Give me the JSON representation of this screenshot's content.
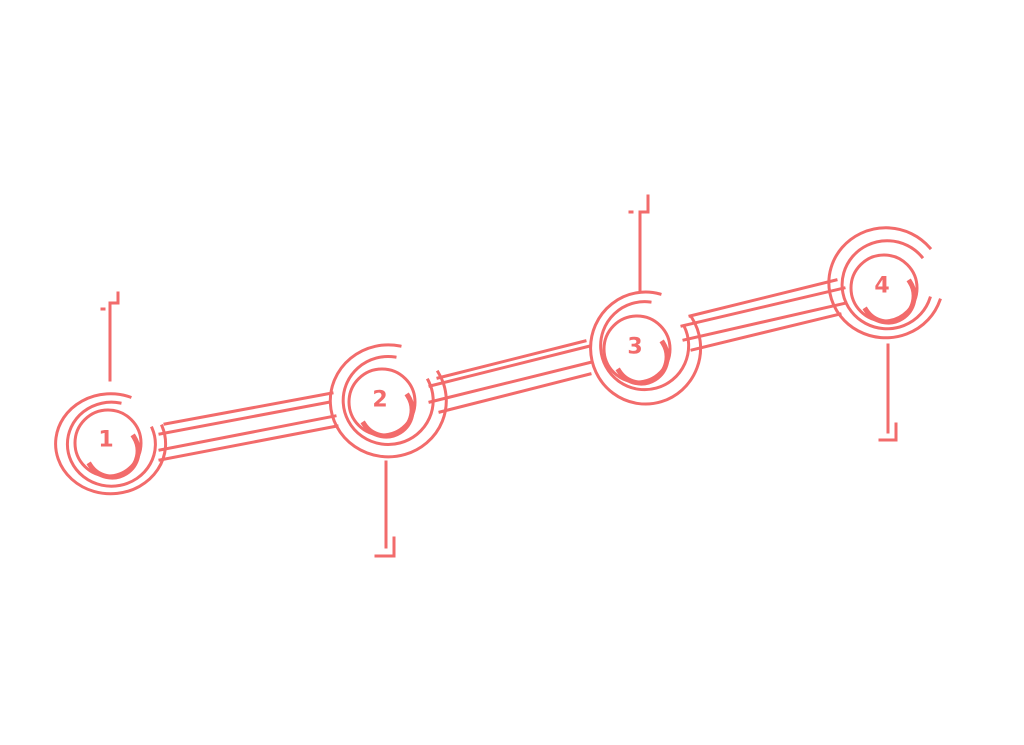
{
  "colors": {
    "accent": "#f26b6b",
    "background": "#ffffff"
  },
  "steps": [
    {
      "number": "1"
    },
    {
      "number": "2"
    },
    {
      "number": "3"
    },
    {
      "number": "4"
    }
  ]
}
